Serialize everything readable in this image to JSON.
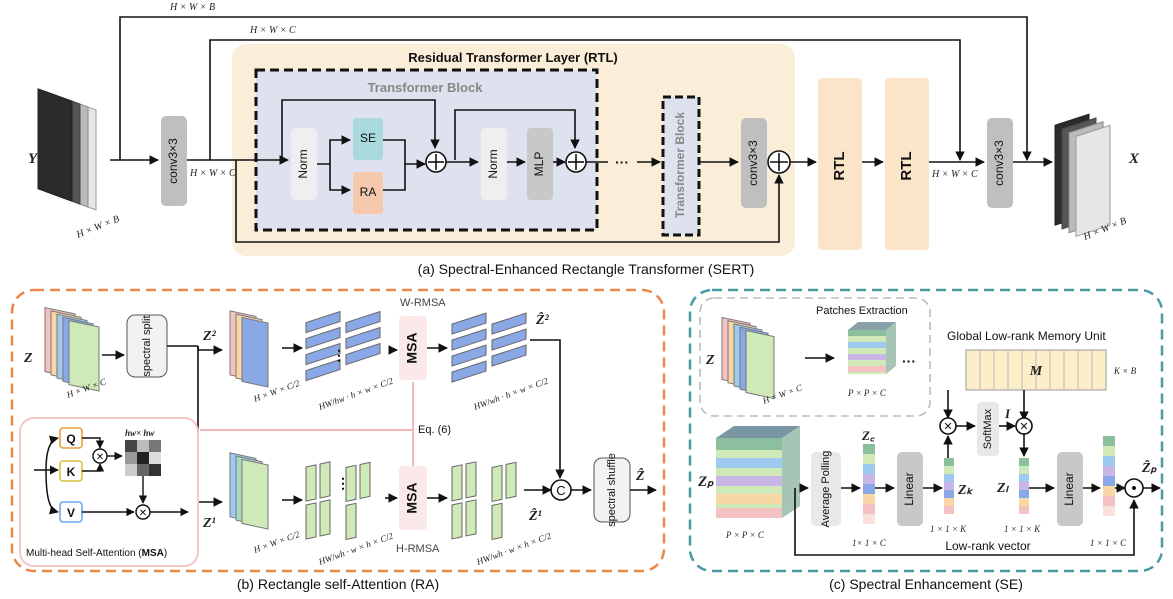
{
  "colors": {
    "rtl_bg": "#fbeed8",
    "tb_bg": "#dde2ee",
    "conv": "#bfbfbf",
    "se_box": "#a9d8dd",
    "ra_box": "#f6c8ac",
    "norm": "#efefef",
    "mlp": "#c8c8c8",
    "ra_border": "#e9884a",
    "se_border": "#4a9aa6",
    "msa_fill": "#fbe9e9",
    "mem_fill": "#fbeec8",
    "attn_box": "#f3c7c2"
  },
  "sert": {
    "top_label_1": "H × W × B",
    "top_label_2": "H × W × C",
    "input_symbol": "Y",
    "input_dims": "H × W × B",
    "conv_in": "conv3×3",
    "after_conv_dims": "H × W × C",
    "rtl_title": "Residual Transformer Layer (RTL)",
    "tb_title": "Transformer Block",
    "norm1": "Norm",
    "se": "SE",
    "ra": "RA",
    "norm2": "Norm",
    "mlp": "MLP",
    "dots": "···",
    "tb2": "Transformer Block",
    "conv_rtl": "conv3×3",
    "rtl2": "RTL",
    "rtl3": "RTL",
    "pre_conv_dims": "H × W × C",
    "conv_out": "conv3×3",
    "output_symbol": "X",
    "output_dims": "H × W × B",
    "caption": "(a) Spectral-Enhanced Rectangle Transformer (SERT)"
  },
  "ra": {
    "z": "Z",
    "z_dims": "H × W × C",
    "spectral_split": "spectral split",
    "z2": "Z²",
    "z2_dims": "H × W × C/2",
    "w_rmsa": "W-RMSA",
    "w_win_dims_1": "HW/hw · h × w × C/2",
    "msa_top": "MSA",
    "w_out_dims": "HW/wh · h × w × C/2",
    "z2_hat": "Ẑ²",
    "eq": "Eq. (6)",
    "q": "Q",
    "k": "K",
    "v": "V",
    "attn_dims": "hw× hw",
    "msa_caption_pre": "Multi-head Self-Attention (",
    "msa_caption_bold": "MSA",
    "msa_caption_post": ")",
    "z1": "Z¹",
    "z1_dims": "H × W × C/2",
    "h_win_dims_1": "HW/wh · w × h × C/2",
    "msa_bottom": "MSA",
    "h_out_dims": "HW/wh · w × h × C/2",
    "z1_hat": "Ẑ¹",
    "concat": "C",
    "spectral_shuffle": "spectral shuffle",
    "z_hat": "Ẑ",
    "h_rmsa": "H-RMSA",
    "caption": "(b) Rectangle self-Attention (RA)"
  },
  "se": {
    "patches_title": "Patches Extraction",
    "z": "Z",
    "z_dims": "H × W × C",
    "patch_dims": "P × P × C",
    "dots": "···",
    "mem_title": "Global Low-rank Memory Unit",
    "m": "M",
    "m_dims": "K × B",
    "softmax": "SoftMax",
    "i": "I",
    "zp": "Zₚ",
    "zp_dims": "P × P × C",
    "avg_pool": "Average Polling",
    "zc": "Z꜀",
    "zc_dims": "1× 1 × C",
    "linear1": "Linear",
    "zk": "Zₖ",
    "zk_dims": "1 × 1 × K",
    "zl": "Zₗ",
    "zl_dims": "1 × 1 × K",
    "linear2": "Linear",
    "out_dims": "1 × 1 × C",
    "zp_hat": "Ẑₚ",
    "low_rank": "Low-rank vector",
    "caption": "(c) Spectral Enhancement (SE)"
  }
}
